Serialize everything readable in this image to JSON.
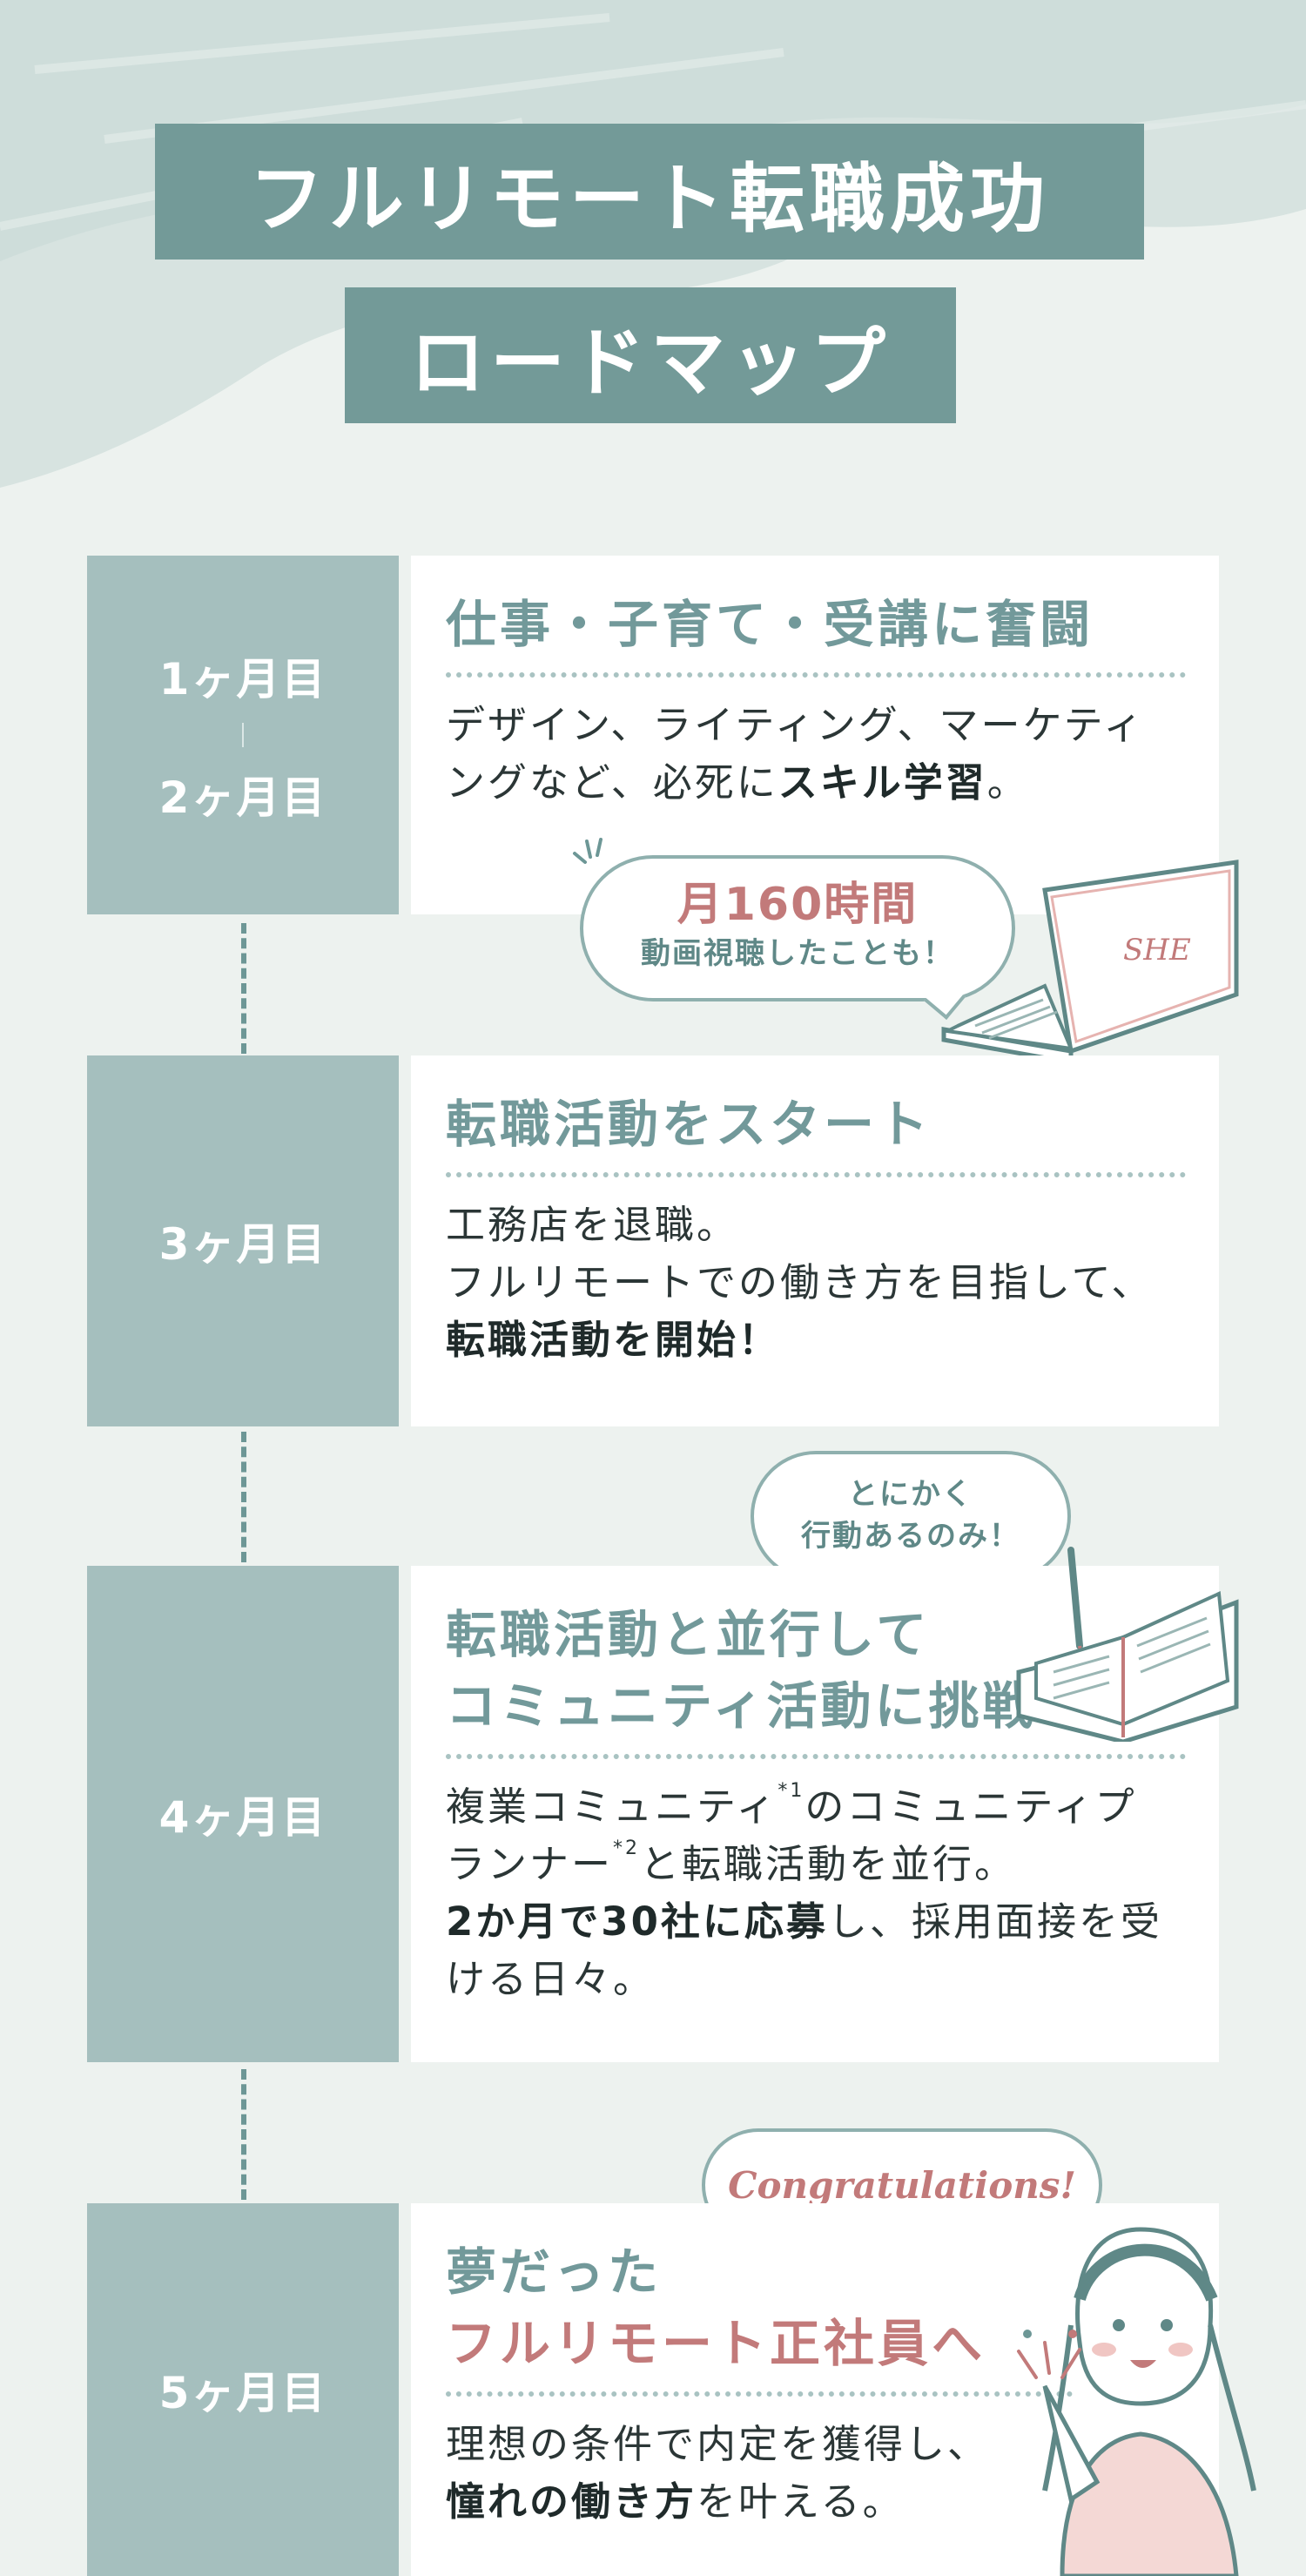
{
  "header": {
    "title_line1": "フルリモート転職成功",
    "title_line2": "ロードマップ"
  },
  "steps": [
    {
      "month_a": "1ヶ月目",
      "month_b": "2ヶ月目",
      "title": "仕事・子育て・受講に奮闘",
      "body_plain": "デザイン、ライティング、マーケティングなど、必死に",
      "body_bold": "スキル学習",
      "body_end": "。"
    },
    {
      "month": "3ヶ月目",
      "title": "転職活動をスタート",
      "line1": "工務店を退職。",
      "line2": "フルリモートでの働き方を目指して、",
      "bold": "転職活動を開始！"
    },
    {
      "month": "4ヶ月目",
      "title_line1": "転職活動と並行して",
      "title_line2": "コミュニティ活動に挑戦",
      "p1": "複業コミュニティ",
      "sup1": "*1",
      "p2": "のコミュニティプランナー",
      "sup2": "*2",
      "p3": "と転職活動を並行。",
      "bold": "2か月で30社に応募",
      "p4": "し、採用面接を受ける日々。"
    },
    {
      "month": "5ヶ月目",
      "title_line1": "夢だった",
      "title_line2": "フルリモート正社員へ",
      "p1": "理想の条件で内定を獲得し、",
      "bold": "憧れの働き方",
      "p2": "を叶える。"
    }
  ],
  "bubbles": {
    "hours_big": "月160時間",
    "hours_small": "動画視聴したことも！",
    "action_line1": "とにかく",
    "action_line2": "行動あるのみ！",
    "congrats": "Congratulations!"
  },
  "laptop_logo": "SHE",
  "colors": {
    "accent_teal": "#739a98",
    "month_block": "#a5bfbe",
    "pink": "#c27a7a",
    "background": "#edf2ef"
  }
}
